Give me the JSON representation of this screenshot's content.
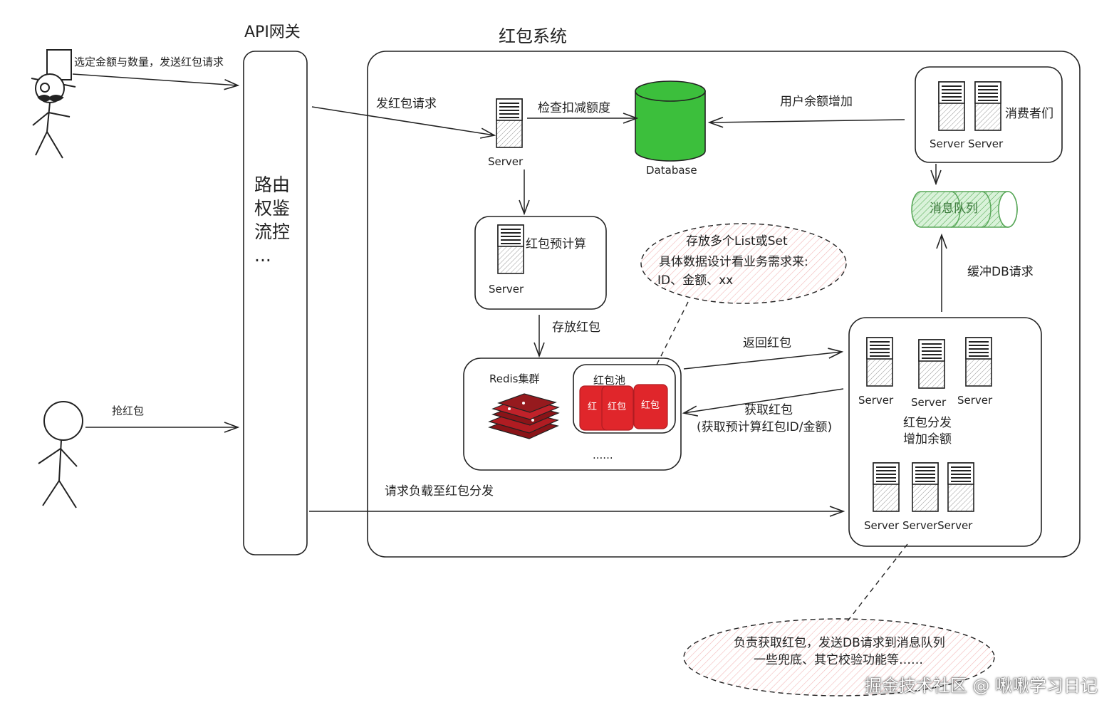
{
  "colors": {
    "db_green": "#3cbf3c",
    "mq_green": "#8fd48f",
    "redpack_red": "#e0262b",
    "cloud_hatch": "#f2b8b8"
  },
  "users": [
    {
      "icon": "top-hat-stick-figure-icon"
    },
    {
      "icon": "stick-figure-icon"
    }
  ],
  "arrows": {
    "select_amount": "选定金额与数量，发送红包请求",
    "grab": "抢红包",
    "send_request": "发红包请求",
    "check_deduct": "检查扣减额度",
    "balance_add": "用户余额增加",
    "store_packets": "存放红包",
    "return_packet": "返回红包",
    "get_packet": "获取红包",
    "get_packet_detail": "(获取预计算红包ID/金额)",
    "load_balance": "请求负载至红包分发",
    "buffer_db": "缓冲DB请求"
  },
  "gateway": {
    "title": "API网关",
    "lines": [
      "路由",
      "权鉴",
      "流控",
      "..."
    ]
  },
  "system": {
    "title": "红包系统"
  },
  "nodes": {
    "server_main": "Server",
    "database": "Database",
    "precompute_title": "红包预计算",
    "precompute_server": "Server",
    "consumers_title": "消费者们",
    "consumers_servers": "Server Server",
    "mq": "消息队列",
    "redis_title": "Redis集群",
    "pool_title": "红包池",
    "pool_items": [
      "红",
      "红包",
      "红包"
    ],
    "pool_more": "......",
    "dispatch_row1": [
      "Server",
      "Server",
      "Server"
    ],
    "dispatch_title": "红包分发",
    "dispatch_sub": "增加余额",
    "dispatch_row2": "Server ServerServer"
  },
  "notes": {
    "redis_note": [
      "存放多个List或Set",
      "具体数据设计看业务需求来:",
      "ID、金额、xx"
    ],
    "dispatch_note": [
      "负责获取红包，发送DB请求到消息队列",
      "一些兜底、其它校验功能等……"
    ]
  },
  "watermark": "掘金技术社区 @ 啾啾学习日记"
}
